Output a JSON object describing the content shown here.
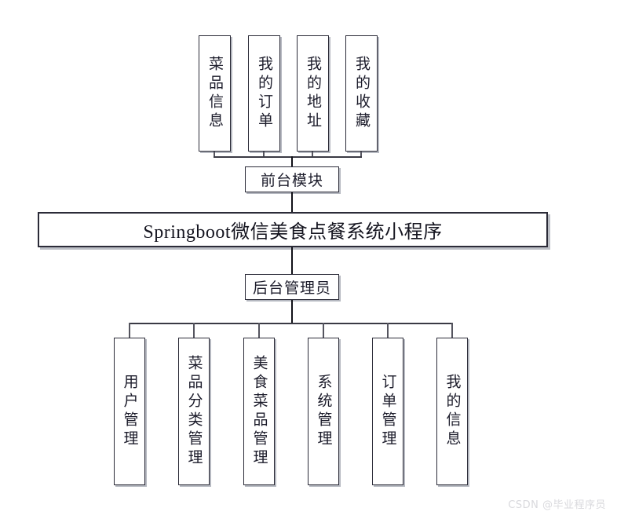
{
  "diagram": {
    "type": "tree",
    "title": "Springboot微信美食点餐系统小程序",
    "root": {
      "label": "Springboot微信美食点餐系统小程序"
    },
    "branches": [
      {
        "id": "frontend",
        "label": "前台模块",
        "position": "above-root",
        "children": [
          {
            "label": "菜品信息"
          },
          {
            "label": "我的订单"
          },
          {
            "label": "我的地址"
          },
          {
            "label": "我的收藏"
          }
        ]
      },
      {
        "id": "backend",
        "label": "后台管理员",
        "position": "below-root",
        "children": [
          {
            "label": "用户管理"
          },
          {
            "label": "菜品分类管理"
          },
          {
            "label": "美食菜品管理"
          },
          {
            "label": "系统管理"
          },
          {
            "label": "订单管理"
          },
          {
            "label": "我的信息"
          }
        ]
      }
    ]
  },
  "watermark": {
    "text": "CSDN @毕业程序员"
  },
  "colors": {
    "line": "#3a3a44",
    "trunk": "#111118",
    "box_border": "#2b2b38",
    "box_fill": "#ffffff",
    "text": "#1c1c2b",
    "watermark": "#d9d9dd"
  }
}
